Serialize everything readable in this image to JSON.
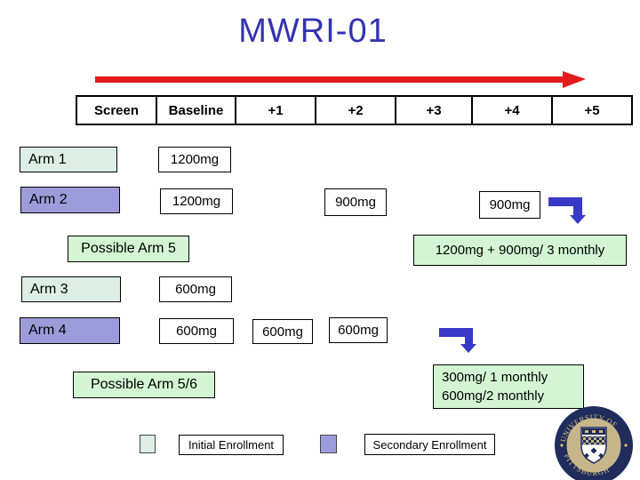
{
  "slide": {
    "title": "MWRI-01"
  },
  "timeline": {
    "columns": [
      "Screen",
      "Baseline",
      "+1",
      "+2",
      "+3",
      "+4",
      "+5"
    ]
  },
  "arms": [
    {
      "label": "Arm 1",
      "enrollment": "initial",
      "doses": [
        "1200mg"
      ]
    },
    {
      "label": "Arm 2",
      "enrollment": "secondary",
      "doses": [
        "1200mg",
        "900mg",
        "900mg"
      ]
    },
    {
      "label": "Arm 3",
      "enrollment": "initial",
      "doses": [
        "600mg"
      ]
    },
    {
      "label": "Arm 4",
      "enrollment": "secondary",
      "doses": [
        "600mg",
        "600mg",
        "600mg"
      ]
    }
  ],
  "possible_arms": [
    {
      "label": "Possible Arm 5",
      "outcome": "1200mg + 900mg/ 3 monthly"
    },
    {
      "label": "Possible Arm 5/6",
      "outcome_lines": [
        "300mg/ 1 monthly",
        "600mg/2 monthly"
      ]
    }
  ],
  "legend": {
    "items": [
      {
        "label": "Initial Enrollment",
        "swatch": "initial"
      },
      {
        "label": "Secondary Enrollment",
        "swatch": "secondary"
      }
    ]
  },
  "seal": {
    "arc_top": "UNIVERSITY OF",
    "arc_bottom": "PITTSBURGH"
  },
  "colors": {
    "title": "#3333B2",
    "timeline_arrow": "#E31B1B",
    "elbow_arrow": "#3939C8",
    "initial_fill": "#DDEEE6",
    "secondary_fill": "#9C9CDB",
    "possible_fill": "#D3F5D3",
    "seal_navy": "#1F2C5C",
    "seal_gold": "#D8C078",
    "seal_tan": "#C6B68A"
  }
}
